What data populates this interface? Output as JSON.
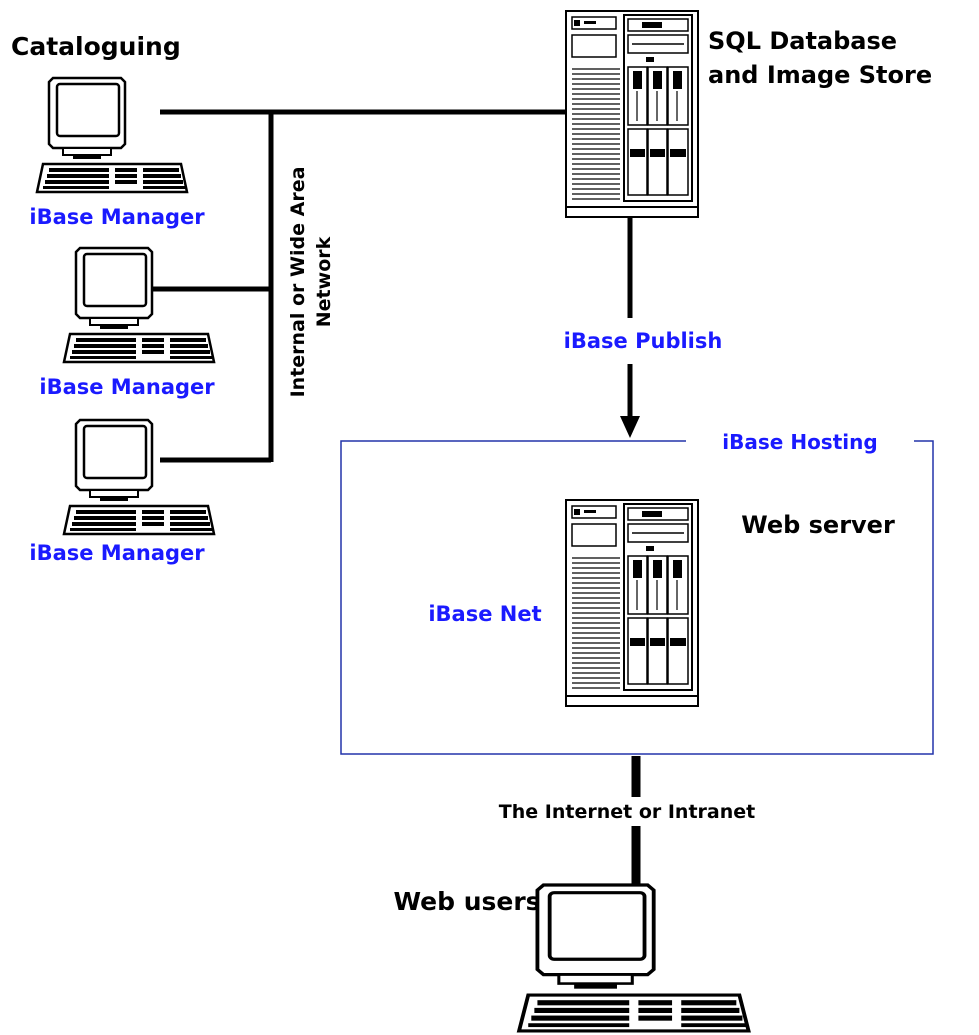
{
  "title": "Cataloguing",
  "database": {
    "line1": "SQL Database",
    "line2": "and Image Store"
  },
  "network": {
    "line1": "Internal or Wide Area",
    "line2": "Network"
  },
  "clients": [
    {
      "label": "iBase Manager"
    },
    {
      "label": "iBase Manager"
    },
    {
      "label": "iBase Manager"
    }
  ],
  "publish_label": "iBase Publish",
  "hosting": {
    "label": "iBase Hosting",
    "server_title": "Web server",
    "app_label": "iBase Net"
  },
  "internet_label": "The Internet or Intranet",
  "web_users_label": "Web users",
  "colors": {
    "accent": "#1a1aff",
    "box": "#2233aa",
    "ink": "#000000"
  }
}
